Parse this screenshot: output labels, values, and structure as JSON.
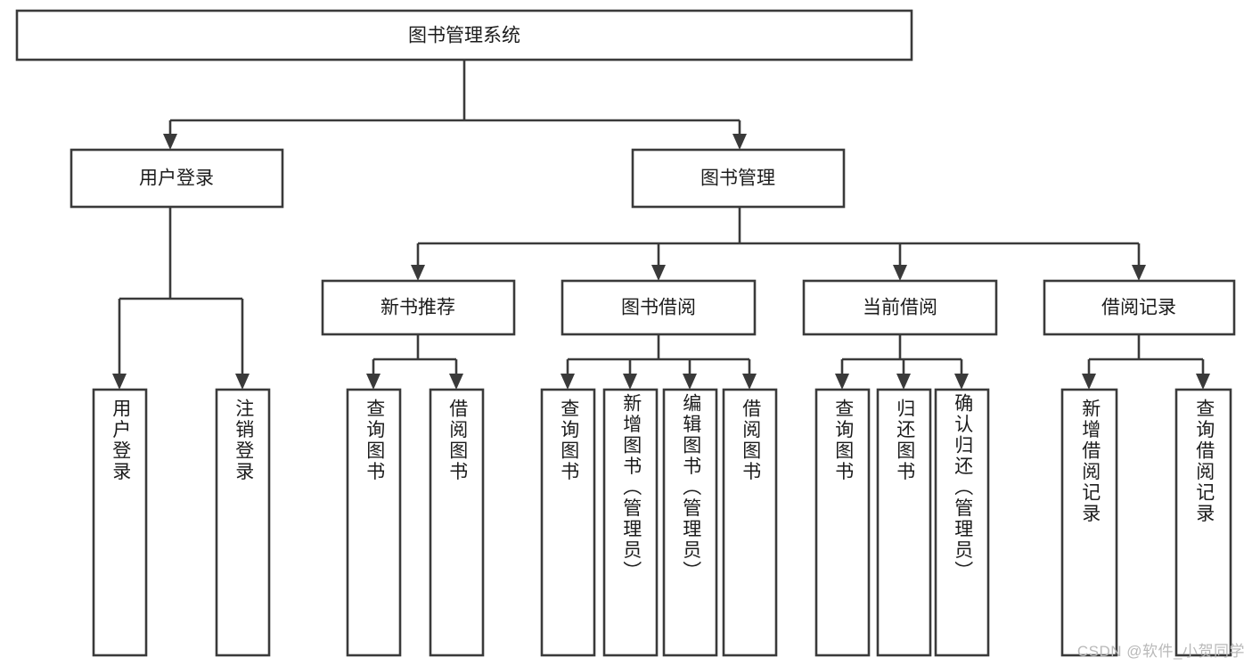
{
  "diagram": {
    "type": "hierarchy-tree",
    "root": {
      "label": "图书管理系统"
    },
    "level2": [
      {
        "label": "用户登录"
      },
      {
        "label": "图书管理"
      }
    ],
    "level3": [
      {
        "label": "新书推荐"
      },
      {
        "label": "图书借阅"
      },
      {
        "label": "当前借阅"
      },
      {
        "label": "借阅记录"
      }
    ],
    "leaves": {
      "user_login": [
        {
          "label": "用户登录"
        },
        {
          "label": "注销登录"
        }
      ],
      "new_book_recommend": [
        {
          "label": "查询图书"
        },
        {
          "label": "借阅图书"
        }
      ],
      "book_borrow": [
        {
          "label": "查询图书"
        },
        {
          "label": "新增图书（管理员）"
        },
        {
          "label": "编辑图书（管理员）"
        },
        {
          "label": "借阅图书"
        }
      ],
      "current_borrow": [
        {
          "label": "查询图书"
        },
        {
          "label": "归还图书"
        },
        {
          "label": "确认归还（管理员）"
        }
      ],
      "borrow_record": [
        {
          "label": "新增借阅记录"
        },
        {
          "label": "查询借阅记录"
        }
      ]
    }
  },
  "watermark": {
    "text": "CSDN @软件_小贺同学"
  },
  "colors": {
    "stroke": "#3a3a3a",
    "fill": "#ffffff",
    "text": "#1c1c1c",
    "watermark": "#b9b9b9"
  }
}
